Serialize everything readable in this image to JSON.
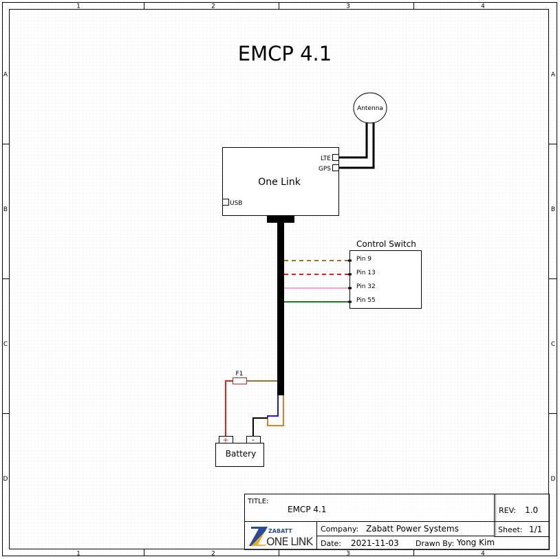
{
  "sheet": {
    "column_labels": [
      "1",
      "2",
      "3",
      "4"
    ],
    "row_labels": [
      "A",
      "B",
      "C",
      "D"
    ],
    "heading": "EMCP 4.1"
  },
  "diagram": {
    "antenna": {
      "label": "Antenna"
    },
    "one_link": {
      "label": "One Link",
      "ports": {
        "lte": "LTE",
        "gps": "GPS",
        "usb": "USB"
      }
    },
    "control_switch": {
      "label": "Control Switch",
      "pins": [
        {
          "label": "Pin 9",
          "wire_color": "#a0722a",
          "style": "dashed"
        },
        {
          "label": "Pin 13",
          "wire_color": "#e8201c",
          "style": "dashed"
        },
        {
          "label": "Pin 32",
          "wire_color": "#f4a6c8",
          "style": "solid"
        },
        {
          "label": "Pin 55",
          "wire_color": "#1e7a1e",
          "style": "solid"
        }
      ]
    },
    "fuse": {
      "label": "F1"
    },
    "battery": {
      "label": "Battery",
      "plus": "+",
      "minus": "-"
    },
    "wire_colors": {
      "cable": "#000000",
      "fuse_feed": "#a0722a",
      "positive": "#e8201c",
      "fuse_body": "#c0282c",
      "blue": "#1a1ae8",
      "orange": "#d9822b",
      "negative": "#000000"
    }
  },
  "title_block": {
    "title_label": "TITLE:",
    "title_value": "EMCP 4.1",
    "rev_label": "REV:",
    "rev_value": "1.0",
    "company_label": "Company:",
    "company_value": "Zabatt Power Systems",
    "sheet_label": "Sheet:",
    "sheet_value": "1/1",
    "date_label": "Date:",
    "date_value": "2021-11-03",
    "drawn_by_label": "Drawn By:",
    "drawn_by_value": "Yong Kim",
    "logo": {
      "top": "ZABATT",
      "bottom": "ONE LINK"
    }
  }
}
